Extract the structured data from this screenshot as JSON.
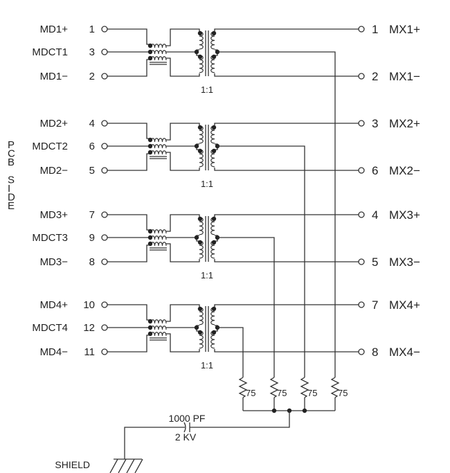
{
  "side_label": [
    "P",
    "C",
    "B",
    "",
    "S",
    "I",
    "D",
    "E"
  ],
  "channels": [
    {
      "left": [
        {
          "name": "MD1+",
          "pin": "1"
        },
        {
          "name": "MDCT1",
          "pin": "3"
        },
        {
          "name": "MD1−",
          "pin": "2"
        }
      ],
      "right": [
        {
          "pin": "1",
          "name": "MX1+"
        },
        {
          "pin": "2",
          "name": "MX1−"
        }
      ],
      "ratio": "1:1"
    },
    {
      "left": [
        {
          "name": "MD2+",
          "pin": "4"
        },
        {
          "name": "MDCT2",
          "pin": "6"
        },
        {
          "name": "MD2−",
          "pin": "5"
        }
      ],
      "right": [
        {
          "pin": "3",
          "name": "MX2+"
        },
        {
          "pin": "6",
          "name": "MX2−"
        }
      ],
      "ratio": "1:1"
    },
    {
      "left": [
        {
          "name": "MD3+",
          "pin": "7"
        },
        {
          "name": "MDCT3",
          "pin": "9"
        },
        {
          "name": "MD3−",
          "pin": "8"
        }
      ],
      "right": [
        {
          "pin": "4",
          "name": "MX3+"
        },
        {
          "pin": "5",
          "name": "MX3−"
        }
      ],
      "ratio": "1:1"
    },
    {
      "left": [
        {
          "name": "MD4+",
          "pin": "10"
        },
        {
          "name": "MDCT4",
          "pin": "12"
        },
        {
          "name": "MD4−",
          "pin": "11"
        }
      ],
      "right": [
        {
          "pin": "7",
          "name": "MX4+"
        },
        {
          "pin": "8",
          "name": "MX4−"
        }
      ],
      "ratio": "1:1"
    }
  ],
  "resistors": [
    "75",
    "75",
    "75",
    "75"
  ],
  "capacitor": {
    "value": "1000  PF",
    "rating": "2  KV"
  },
  "shield_label": "SHIELD"
}
